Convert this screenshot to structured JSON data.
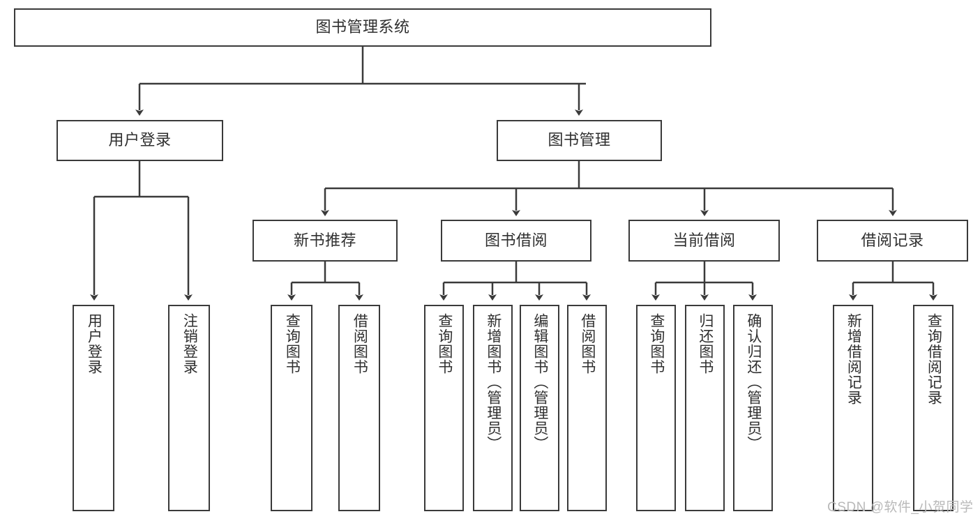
{
  "diagram": {
    "title": "图书管理系统",
    "type": "tree-hierarchy-chart",
    "root": {
      "id": "root",
      "label": "图书管理系统"
    },
    "level1": [
      {
        "id": "user-login",
        "label": "用户登录"
      },
      {
        "id": "book-management",
        "label": "图书管理"
      }
    ],
    "level2": [
      {
        "id": "new-book-recommend",
        "label": "新书推荐",
        "parent": "book-management"
      },
      {
        "id": "book-borrow",
        "label": "图书借阅",
        "parent": "book-management"
      },
      {
        "id": "current-borrow",
        "label": "当前借阅",
        "parent": "book-management"
      },
      {
        "id": "borrow-record",
        "label": "借阅记录",
        "parent": "book-management"
      }
    ],
    "leaves": [
      {
        "id": "leaf-user-login",
        "label": "用户登录",
        "parent": "user-login"
      },
      {
        "id": "leaf-logout-login",
        "label": "注销登录",
        "parent": "user-login"
      },
      {
        "id": "leaf-query-book-1",
        "label": "查询图书",
        "parent": "new-book-recommend"
      },
      {
        "id": "leaf-borrow-book-1",
        "label": "借阅图书",
        "parent": "new-book-recommend"
      },
      {
        "id": "leaf-query-book-2",
        "label": "查询图书",
        "parent": "book-borrow"
      },
      {
        "id": "leaf-add-book",
        "label": "新增图书（管理员）",
        "parent": "book-borrow"
      },
      {
        "id": "leaf-edit-book",
        "label": "编辑图书（管理员）",
        "parent": "book-borrow"
      },
      {
        "id": "leaf-borrow-book-2",
        "label": "借阅图书",
        "parent": "book-borrow"
      },
      {
        "id": "leaf-query-book-3",
        "label": "查询图书",
        "parent": "current-borrow"
      },
      {
        "id": "leaf-return-book",
        "label": "归还图书",
        "parent": "current-borrow"
      },
      {
        "id": "leaf-confirm-return",
        "label": "确认归还（管理员）",
        "parent": "current-borrow"
      },
      {
        "id": "leaf-add-record",
        "label": "新增借阅记录",
        "parent": "borrow-record"
      },
      {
        "id": "leaf-query-record",
        "label": "查询借阅记录",
        "parent": "borrow-record"
      }
    ]
  },
  "watermark": {
    "text": "CSDN @软件_小贺同学"
  },
  "colors": {
    "stroke": "#3a3a3a",
    "text": "#2f2f2f",
    "background": "#ffffff",
    "watermark": "#b9b9b9"
  }
}
